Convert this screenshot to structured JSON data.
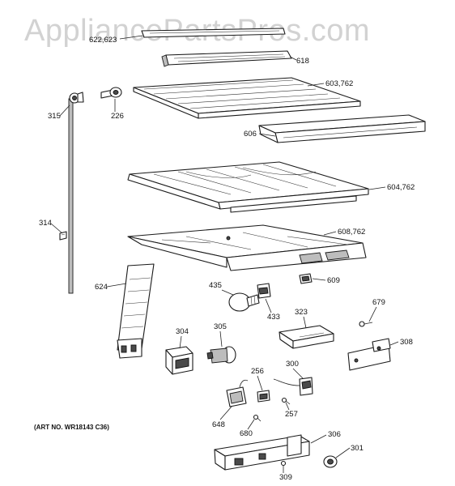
{
  "watermark": "AppliancePartsPros.com",
  "art_number": "(ART NO. WR18143 C36)",
  "callouts": {
    "c622": "622,623",
    "c618": "618",
    "c603": "603,762",
    "c315": "315",
    "c226": "226",
    "c606": "606",
    "c604": "604,762",
    "c314": "314",
    "c608": "608,762",
    "c609": "609",
    "c624": "624",
    "c435": "435",
    "c433": "433",
    "c323": "323",
    "c679": "679",
    "c304": "304",
    "c305": "305",
    "c308": "308",
    "c300": "300",
    "c256": "256",
    "c257": "257",
    "c648": "648",
    "c680": "680",
    "c306": "306",
    "c301": "301",
    "c309": "309"
  }
}
